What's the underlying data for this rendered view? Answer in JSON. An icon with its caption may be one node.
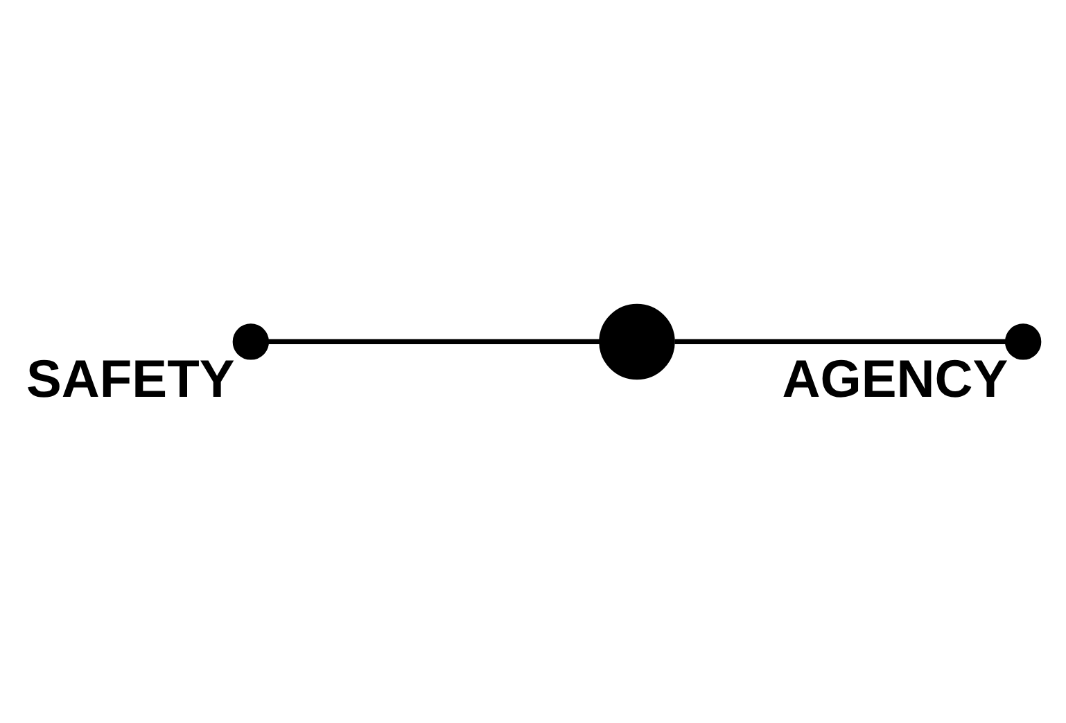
{
  "diagram": {
    "nodes": [
      {
        "text": [],
        "shape": "circle",
        "beside": [
          "SAFETY"
        ]
      },
      {
        "text": [],
        "shape": "circle"
      },
      {
        "text": [],
        "shape": "circle",
        "beside": [
          "AGENCY"
        ]
      }
    ],
    "edges": [
      {
        "from": 0,
        "to": 1,
        "arrow": "none"
      },
      {
        "from": 1,
        "to": 2,
        "arrow": "none"
      }
    ]
  }
}
